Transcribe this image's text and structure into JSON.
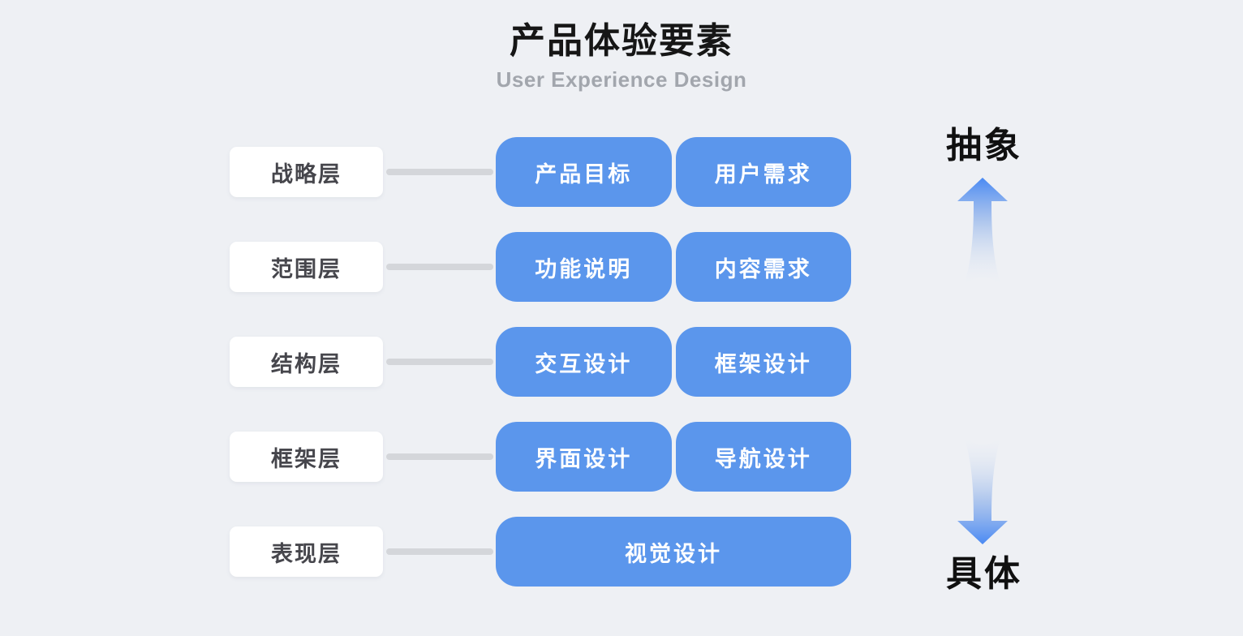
{
  "header": {
    "title": "产品体验要素",
    "subtitle": "User Experience Design"
  },
  "rows": [
    {
      "layer": "战略层",
      "items": [
        "产品目标",
        "用户需求"
      ]
    },
    {
      "layer": "范围层",
      "items": [
        "功能说明",
        "内容需求"
      ]
    },
    {
      "layer": "结构层",
      "items": [
        "交互设计",
        "框架设计"
      ]
    },
    {
      "layer": "框架层",
      "items": [
        "界面设计",
        "导航设计"
      ]
    },
    {
      "layer": "表现层",
      "items": [
        "视觉设计"
      ]
    }
  ],
  "axis": {
    "top_label": "抽象",
    "bottom_label": "具体"
  },
  "colors": {
    "background": "#eef0f4",
    "blue_box": "#5b96ec",
    "blue_box_text": "#ffffff",
    "white_box": "#ffffff",
    "white_box_text": "#46464c",
    "connector": "#d4d6da",
    "title_text": "#161616",
    "subtitle_text": "#a2a6ad",
    "arrow_blue": "#4486f3"
  }
}
